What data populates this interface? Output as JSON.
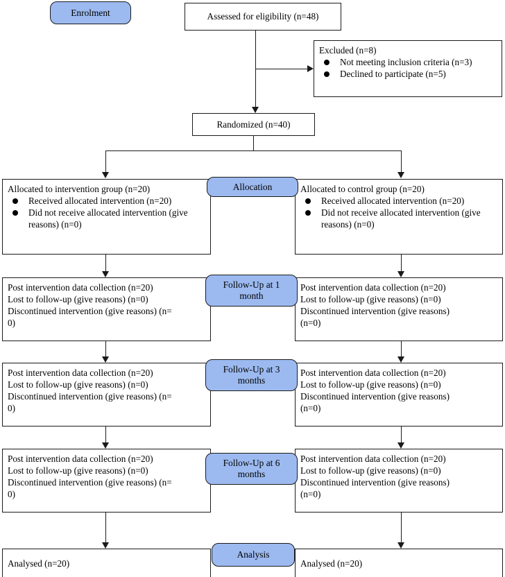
{
  "diagram": {
    "title": "CONSORT participant flow diagram",
    "accent_color": "#9cbaf0",
    "line_color": "#1a1a1a"
  },
  "stages": {
    "enrolment": "Enrolment",
    "allocation": "Allocation",
    "followup_1m_line1": "Follow-Up at 1",
    "followup_1m_line2": "month",
    "followup_3m_line1": "Follow-Up at 3",
    "followup_3m_line2": "months",
    "followup_6m_line1": "Follow-Up at 6",
    "followup_6m_line2": "months",
    "analysis": "Analysis"
  },
  "enrolment": {
    "assessed": "Assessed for eligibility (n=48)",
    "excluded_header": "Excluded (n=8)",
    "excluded_reasons": [
      "Not meeting inclusion criteria (n=3)",
      "Declined to participate (n=5)"
    ],
    "randomized": "Randomized (n=40)"
  },
  "allocation": {
    "intervention": {
      "header": "Allocated to intervention group (n=20)",
      "bullets": [
        "Received allocated intervention (n=20)",
        "Did not receive allocated intervention (give reasons) (n=0)"
      ]
    },
    "control": {
      "header": "Allocated to control group (n=20)",
      "bullets": [
        "Received allocated intervention (n=20)",
        "Did not receive allocated intervention (give reasons) (n=0)"
      ]
    }
  },
  "followup": [
    {
      "period": "1 month",
      "intervention": {
        "line1": "Post intervention data collection (n=20)",
        "line2": "Lost to follow-up (give reasons) (n=0)",
        "line3": "Discontinued intervention (give reasons) (n=",
        "line4": "0)"
      },
      "control": {
        "line1": "Post intervention data collection (n=20)",
        "line2": "Lost to follow-up (give reasons) (n=0)",
        "line3": "Discontinued intervention (give reasons)",
        "line4": "(n=0)"
      }
    },
    {
      "period": "3 months",
      "intervention": {
        "line1": "Post intervention data collection (n=20)",
        "line2": "Lost to follow-up (give reasons) (n=0)",
        "line3": "Discontinued intervention (give reasons) (n=",
        "line4": "0)"
      },
      "control": {
        "line1": "Post intervention data collection (n=20)",
        "line2": "Lost to follow-up (give reasons) (n=0)",
        "line3": "Discontinued intervention (give reasons)",
        "line4": "(n=0)"
      }
    },
    {
      "period": "6 months",
      "intervention": {
        "line1": "Post intervention data collection (n=20)",
        "line2": "Lost to follow-up (give reasons) (n=0)",
        "line3": "Discontinued intervention (give reasons) (n=",
        "line4": "0)"
      },
      "control": {
        "line1": "Post intervention data collection (n=20)",
        "line2": "Lost to follow-up (give reasons) (n=0)",
        "line3": "Discontinued intervention (give reasons)",
        "line4": "(n=0)"
      }
    }
  ],
  "analysis": {
    "intervention": "Analysed (n=20)",
    "control": "Analysed (n=20)"
  }
}
